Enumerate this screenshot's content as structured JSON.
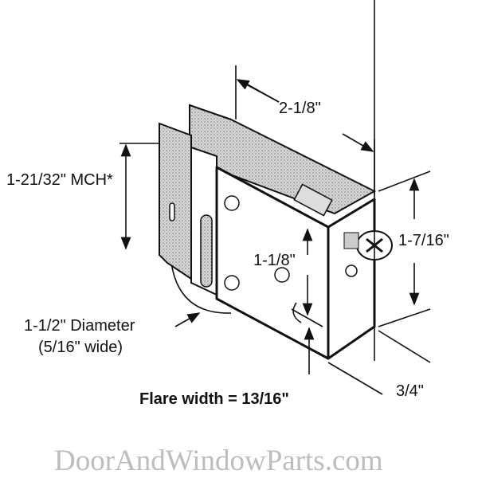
{
  "labels": {
    "length": "2-1/8\"",
    "mch": "1-21/32\" MCH*",
    "height": "1-7/16\"",
    "axle": "1-1/8\"",
    "diameter": "1-1/2\" Diameter",
    "wheel_width": "(5/16\" wide)",
    "depth": "3/4\"",
    "flare": "Flare width = 13/16\""
  },
  "watermark": "DoorAndWindowParts.com",
  "colors": {
    "line": "#111111",
    "plate_stipple": "#9a9a9a",
    "watermark": "#bdbdbd"
  }
}
